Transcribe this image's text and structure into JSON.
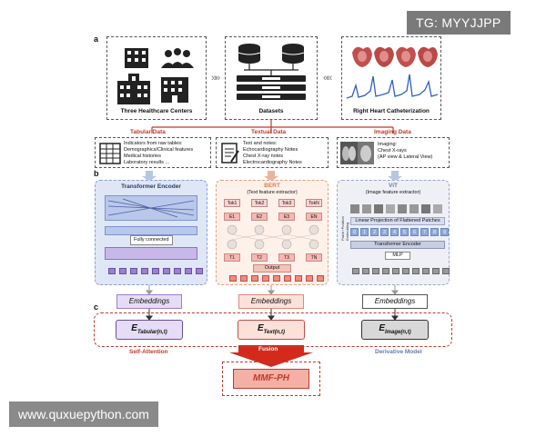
{
  "watermark_top": "TG: MYYJJPP",
  "watermark_bottom": "www.quxuepython.com",
  "panel_a": {
    "letter": "a",
    "centers_label": "Three Healthcare Centers",
    "datasets_label": "Datasets",
    "rhc_label": "Right Heart Catheterization"
  },
  "data_types": {
    "tabular": {
      "title": "Tabular Data",
      "lines": [
        "Indicators from raw tables:",
        "Demographics/Clinical features",
        "Medical histories",
        "Laboratory results ..."
      ]
    },
    "textual": {
      "title": "Textual Data",
      "lines": [
        "Text and notes:",
        "Echocardiography Notes",
        "Chest X-ray notes",
        "Electrocardiography Notes"
      ]
    },
    "imaging": {
      "title": "Imaging Data",
      "lines": [
        "Imaging:",
        "Chest X-rays",
        "(AP view & Lateral View)"
      ]
    }
  },
  "panel_b": {
    "letter": "b",
    "transformer": {
      "title": "Transformer Encoder",
      "fc_label": "Fully connected"
    },
    "bert": {
      "title": "BERT",
      "subtitle": "(Text feature extractor)",
      "tokens": [
        "Tok1",
        "Tok2",
        "Tok3",
        "TokN"
      ],
      "embeds": [
        "E1",
        "E2",
        "E3",
        "EN"
      ],
      "outs": [
        "T1",
        "T2",
        "T3",
        "TN"
      ],
      "output_label": "Output"
    },
    "vit": {
      "title": "ViT",
      "subtitle": "(Image feature extractor)",
      "side_label": "Patch+Position Embedding",
      "proj_label": "Linear Projection of Flattened Patches",
      "patches": [
        "0",
        "1",
        "2",
        "3",
        "4",
        "5",
        "6",
        "7",
        "8",
        "9"
      ],
      "encoder_label": "Transformer Encoder",
      "mlp_label": "MLP"
    }
  },
  "panel_c": {
    "letter": "c",
    "embeddings_label": "Embeddings",
    "e_tabular": "E",
    "e_tabular_sub": "Tabular(n,t)",
    "e_text": "E",
    "e_text_sub": "Text(n,t)",
    "e_image": "E",
    "e_image_sub": "Image(n,t)",
    "self_attention": "Self-Attention",
    "fusion": "Fusion",
    "derivative": "Derivative Model",
    "final": "MMF-PH"
  },
  "colors": {
    "red": "#c0392b",
    "purple": "#6a3d9a",
    "blue": "#2f6fb5",
    "bert_bg": "#fdf1ea",
    "transformer_bg": "#dfe6f5",
    "vit_bg": "#eef0f6"
  }
}
